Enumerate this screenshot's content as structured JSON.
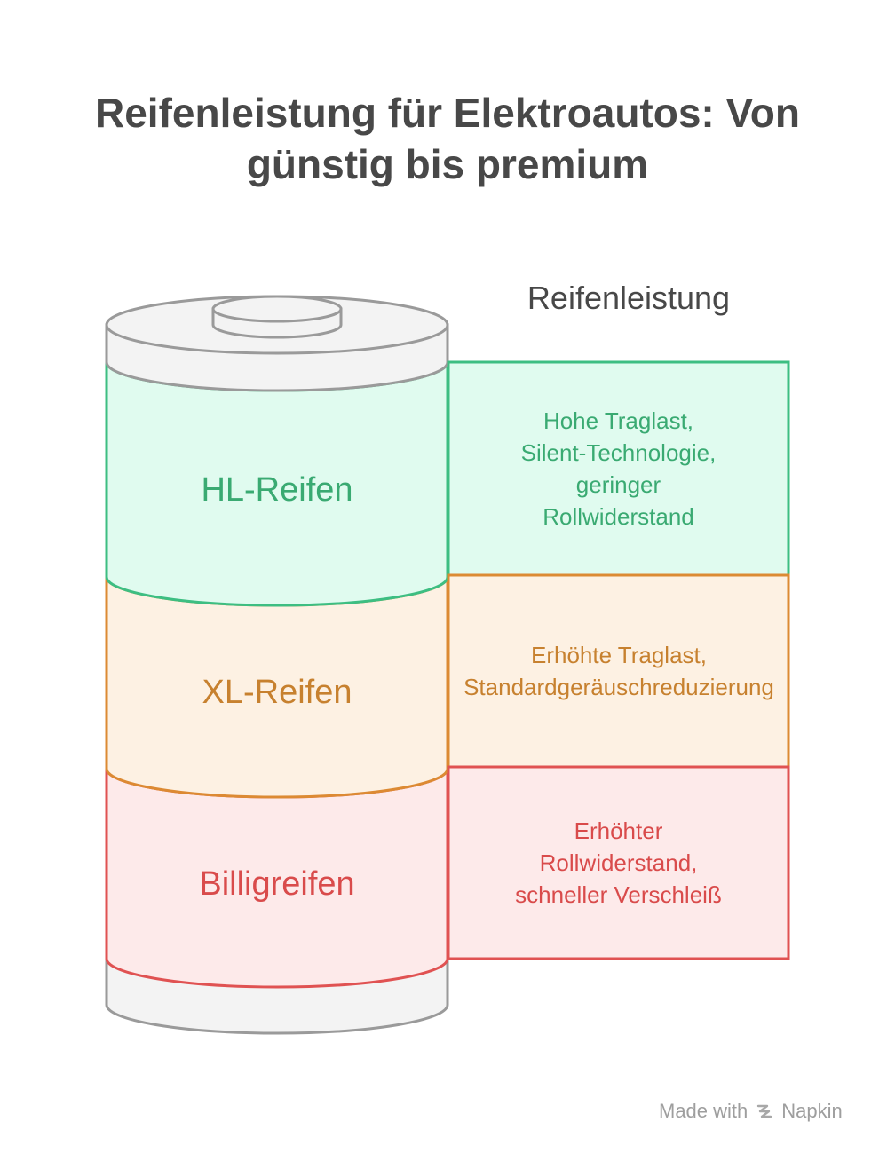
{
  "title": {
    "line1": "Reifenleistung für Elektroautos: Von",
    "line2": "günstig bis premium"
  },
  "column_header": "Reifenleistung",
  "tiers": [
    {
      "label": "HL-Reifen",
      "description_lines": [
        "Hohe Traglast,",
        "Silent-Technologie,",
        "geringer",
        "Rollwiderstand"
      ],
      "stroke_color": "#3dbe82",
      "fill_color": "#e0fbef",
      "text_color": "#3aaa72"
    },
    {
      "label": "XL-Reifen",
      "description_lines": [
        "Erhöhte Traglast,",
        "Standardgeräuschreduzierung"
      ],
      "stroke_color": "#dc8a33",
      "fill_color": "#fdf1e3",
      "text_color": "#c7812f"
    },
    {
      "label": "Billigreifen",
      "description_lines": [
        "Erhöhter",
        "Rollwiderstand,",
        "schneller Verschleiß"
      ],
      "stroke_color": "#e05252",
      "fill_color": "#fdeaea",
      "text_color": "#d94b4b"
    }
  ],
  "battery_cap_color": "#f3f3f3",
  "battery_stroke_color": "#9a9a9a",
  "watermark": {
    "prefix": "Made with",
    "brand": "Napkin",
    "icon": "napkin-logo-icon"
  }
}
